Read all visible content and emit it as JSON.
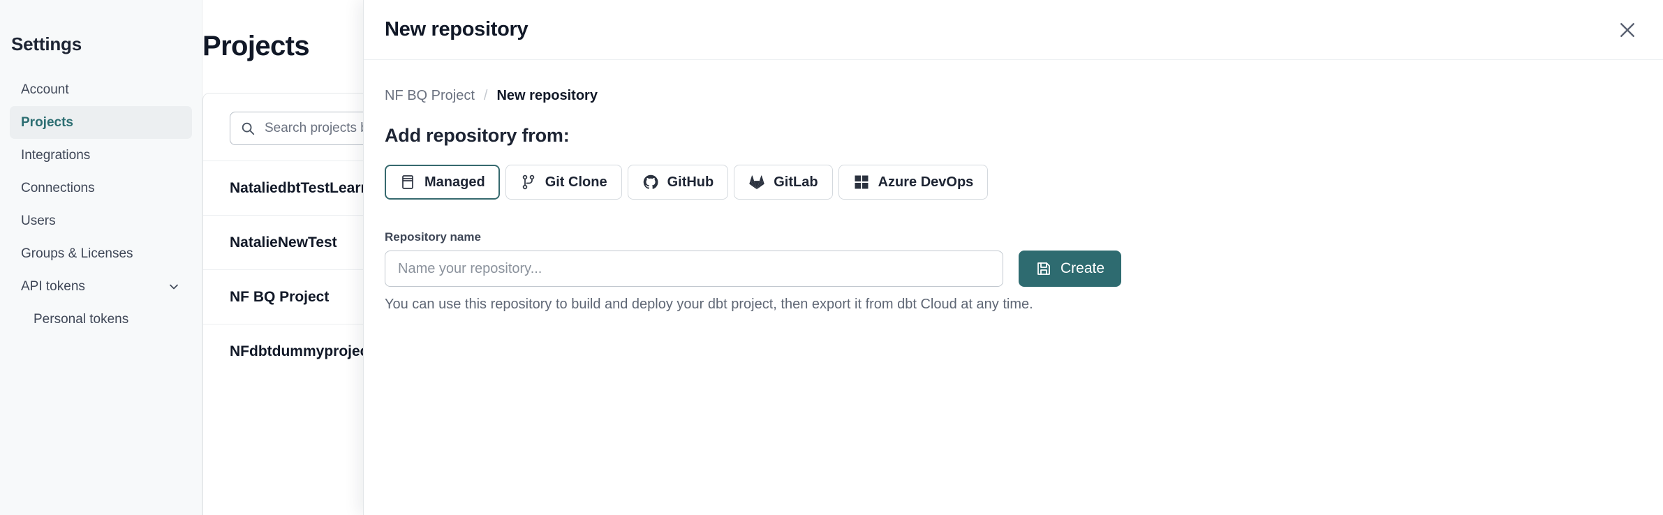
{
  "sidebar": {
    "title": "Settings",
    "items": [
      {
        "label": "Account",
        "active": false,
        "sub": false,
        "chevron": false
      },
      {
        "label": "Projects",
        "active": true,
        "sub": false,
        "chevron": false
      },
      {
        "label": "Integrations",
        "active": false,
        "sub": false,
        "chevron": false
      },
      {
        "label": "Connections",
        "active": false,
        "sub": false,
        "chevron": false
      },
      {
        "label": "Users",
        "active": false,
        "sub": false,
        "chevron": false
      },
      {
        "label": "Groups & Licenses",
        "active": false,
        "sub": false,
        "chevron": false
      },
      {
        "label": "API tokens",
        "active": false,
        "sub": false,
        "chevron": true
      },
      {
        "label": "Personal tokens",
        "active": false,
        "sub": true,
        "chevron": false
      }
    ]
  },
  "main": {
    "page_title": "Projects",
    "search": {
      "placeholder": "Search projects by name...",
      "icon": "search-icon"
    },
    "projects": [
      {
        "name": "NataliedbtTestLearn T"
      },
      {
        "name": "NatalieNewTest"
      },
      {
        "name": "NF BQ Project"
      },
      {
        "name": "NFdbtdummyproject"
      }
    ]
  },
  "modal": {
    "title": "New repository",
    "close_icon": "close-icon",
    "breadcrumb": {
      "parent": "NF BQ Project",
      "separator": "/",
      "current": "New repository"
    },
    "section_title": "Add repository from:",
    "sources": [
      {
        "label": "Managed",
        "icon": "managed-database-icon",
        "selected": true
      },
      {
        "label": "Git Clone",
        "icon": "git-branch-icon",
        "selected": false
      },
      {
        "label": "GitHub",
        "icon": "github-icon",
        "selected": false
      },
      {
        "label": "GitLab",
        "icon": "gitlab-icon",
        "selected": false
      },
      {
        "label": "Azure DevOps",
        "icon": "azure-devops-icon",
        "selected": false
      }
    ],
    "repository_name": {
      "label": "Repository name",
      "placeholder": "Name your repository...",
      "value": ""
    },
    "create_button": {
      "label": "Create",
      "icon": "save-icon"
    },
    "helper_text": "You can use this repository to build and deploy your dbt project, then export it from dbt Cloud at any time."
  },
  "colors": {
    "accent_teal": "#2e6b70",
    "selected_border": "#36696e",
    "text_dark": "#111827",
    "text_muted": "#6b7280",
    "sidebar_bg": "#f7f9fa"
  }
}
